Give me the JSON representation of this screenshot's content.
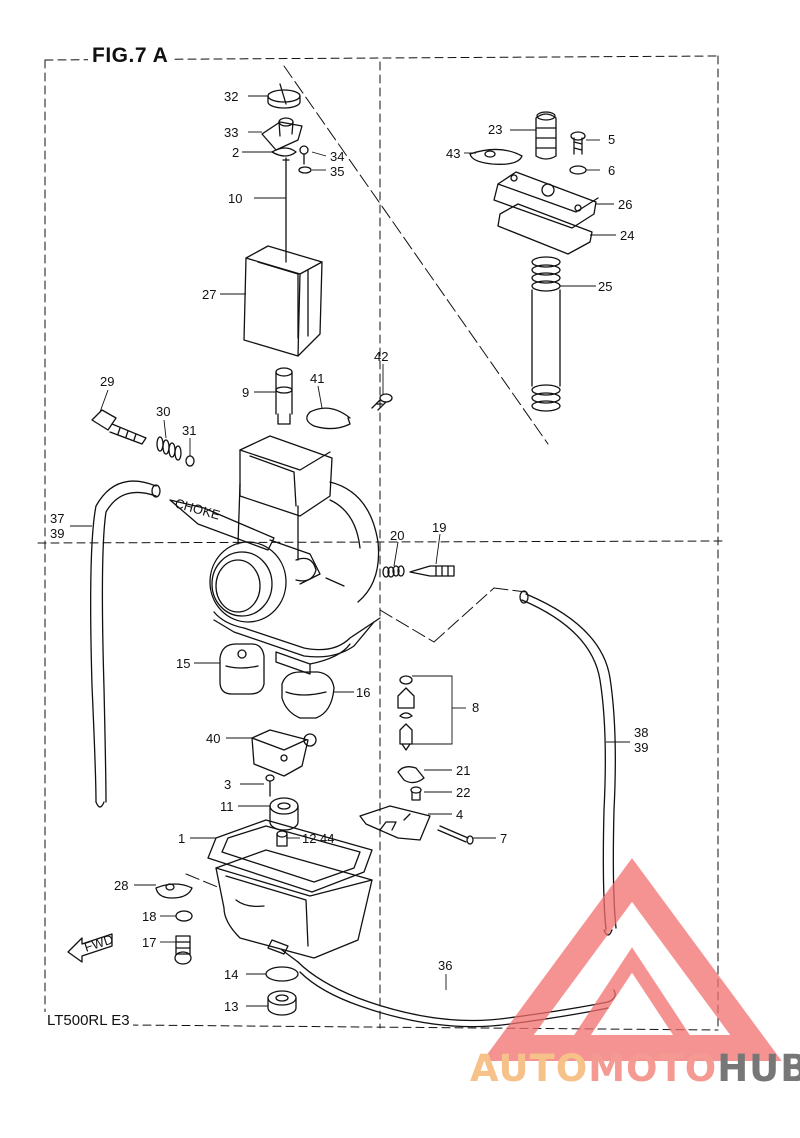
{
  "figure": {
    "title": "FIG.7 A",
    "model_code": "LT500RL E3",
    "fwd_label": "FWD",
    "choke_label": "CHOKE"
  },
  "parts": [
    {
      "ref": "32"
    },
    {
      "ref": "33"
    },
    {
      "ref": "2"
    },
    {
      "ref": "34"
    },
    {
      "ref": "35"
    },
    {
      "ref": "10"
    },
    {
      "ref": "27"
    },
    {
      "ref": "23"
    },
    {
      "ref": "5"
    },
    {
      "ref": "43"
    },
    {
      "ref": "6"
    },
    {
      "ref": "26"
    },
    {
      "ref": "24"
    },
    {
      "ref": "25"
    },
    {
      "ref": "42"
    },
    {
      "ref": "9"
    },
    {
      "ref": "41"
    },
    {
      "ref": "29"
    },
    {
      "ref": "30"
    },
    {
      "ref": "31"
    },
    {
      "ref": "37"
    },
    {
      "ref": "39"
    },
    {
      "ref": "20"
    },
    {
      "ref": "19"
    },
    {
      "ref": "15"
    },
    {
      "ref": "16"
    },
    {
      "ref": "8"
    },
    {
      "ref": "40"
    },
    {
      "ref": "38"
    },
    {
      "ref": "39"
    },
    {
      "ref": "21"
    },
    {
      "ref": "3"
    },
    {
      "ref": "22"
    },
    {
      "ref": "11"
    },
    {
      "ref": "4"
    },
    {
      "ref": "1"
    },
    {
      "ref": "12"
    },
    {
      "ref": "44"
    },
    {
      "ref": "7"
    },
    {
      "ref": "28"
    },
    {
      "ref": "18"
    },
    {
      "ref": "17"
    },
    {
      "ref": "36"
    },
    {
      "ref": "14"
    },
    {
      "ref": "13"
    }
  ],
  "watermark": {
    "brand_part1": "AUTO",
    "brand_part2": "MOTO",
    "brand_part3": "HUB",
    "colors": {
      "auto": "#f7c28a",
      "moto": "#f49a92",
      "hub": "#777777",
      "triangle": "#f26f6f"
    }
  }
}
